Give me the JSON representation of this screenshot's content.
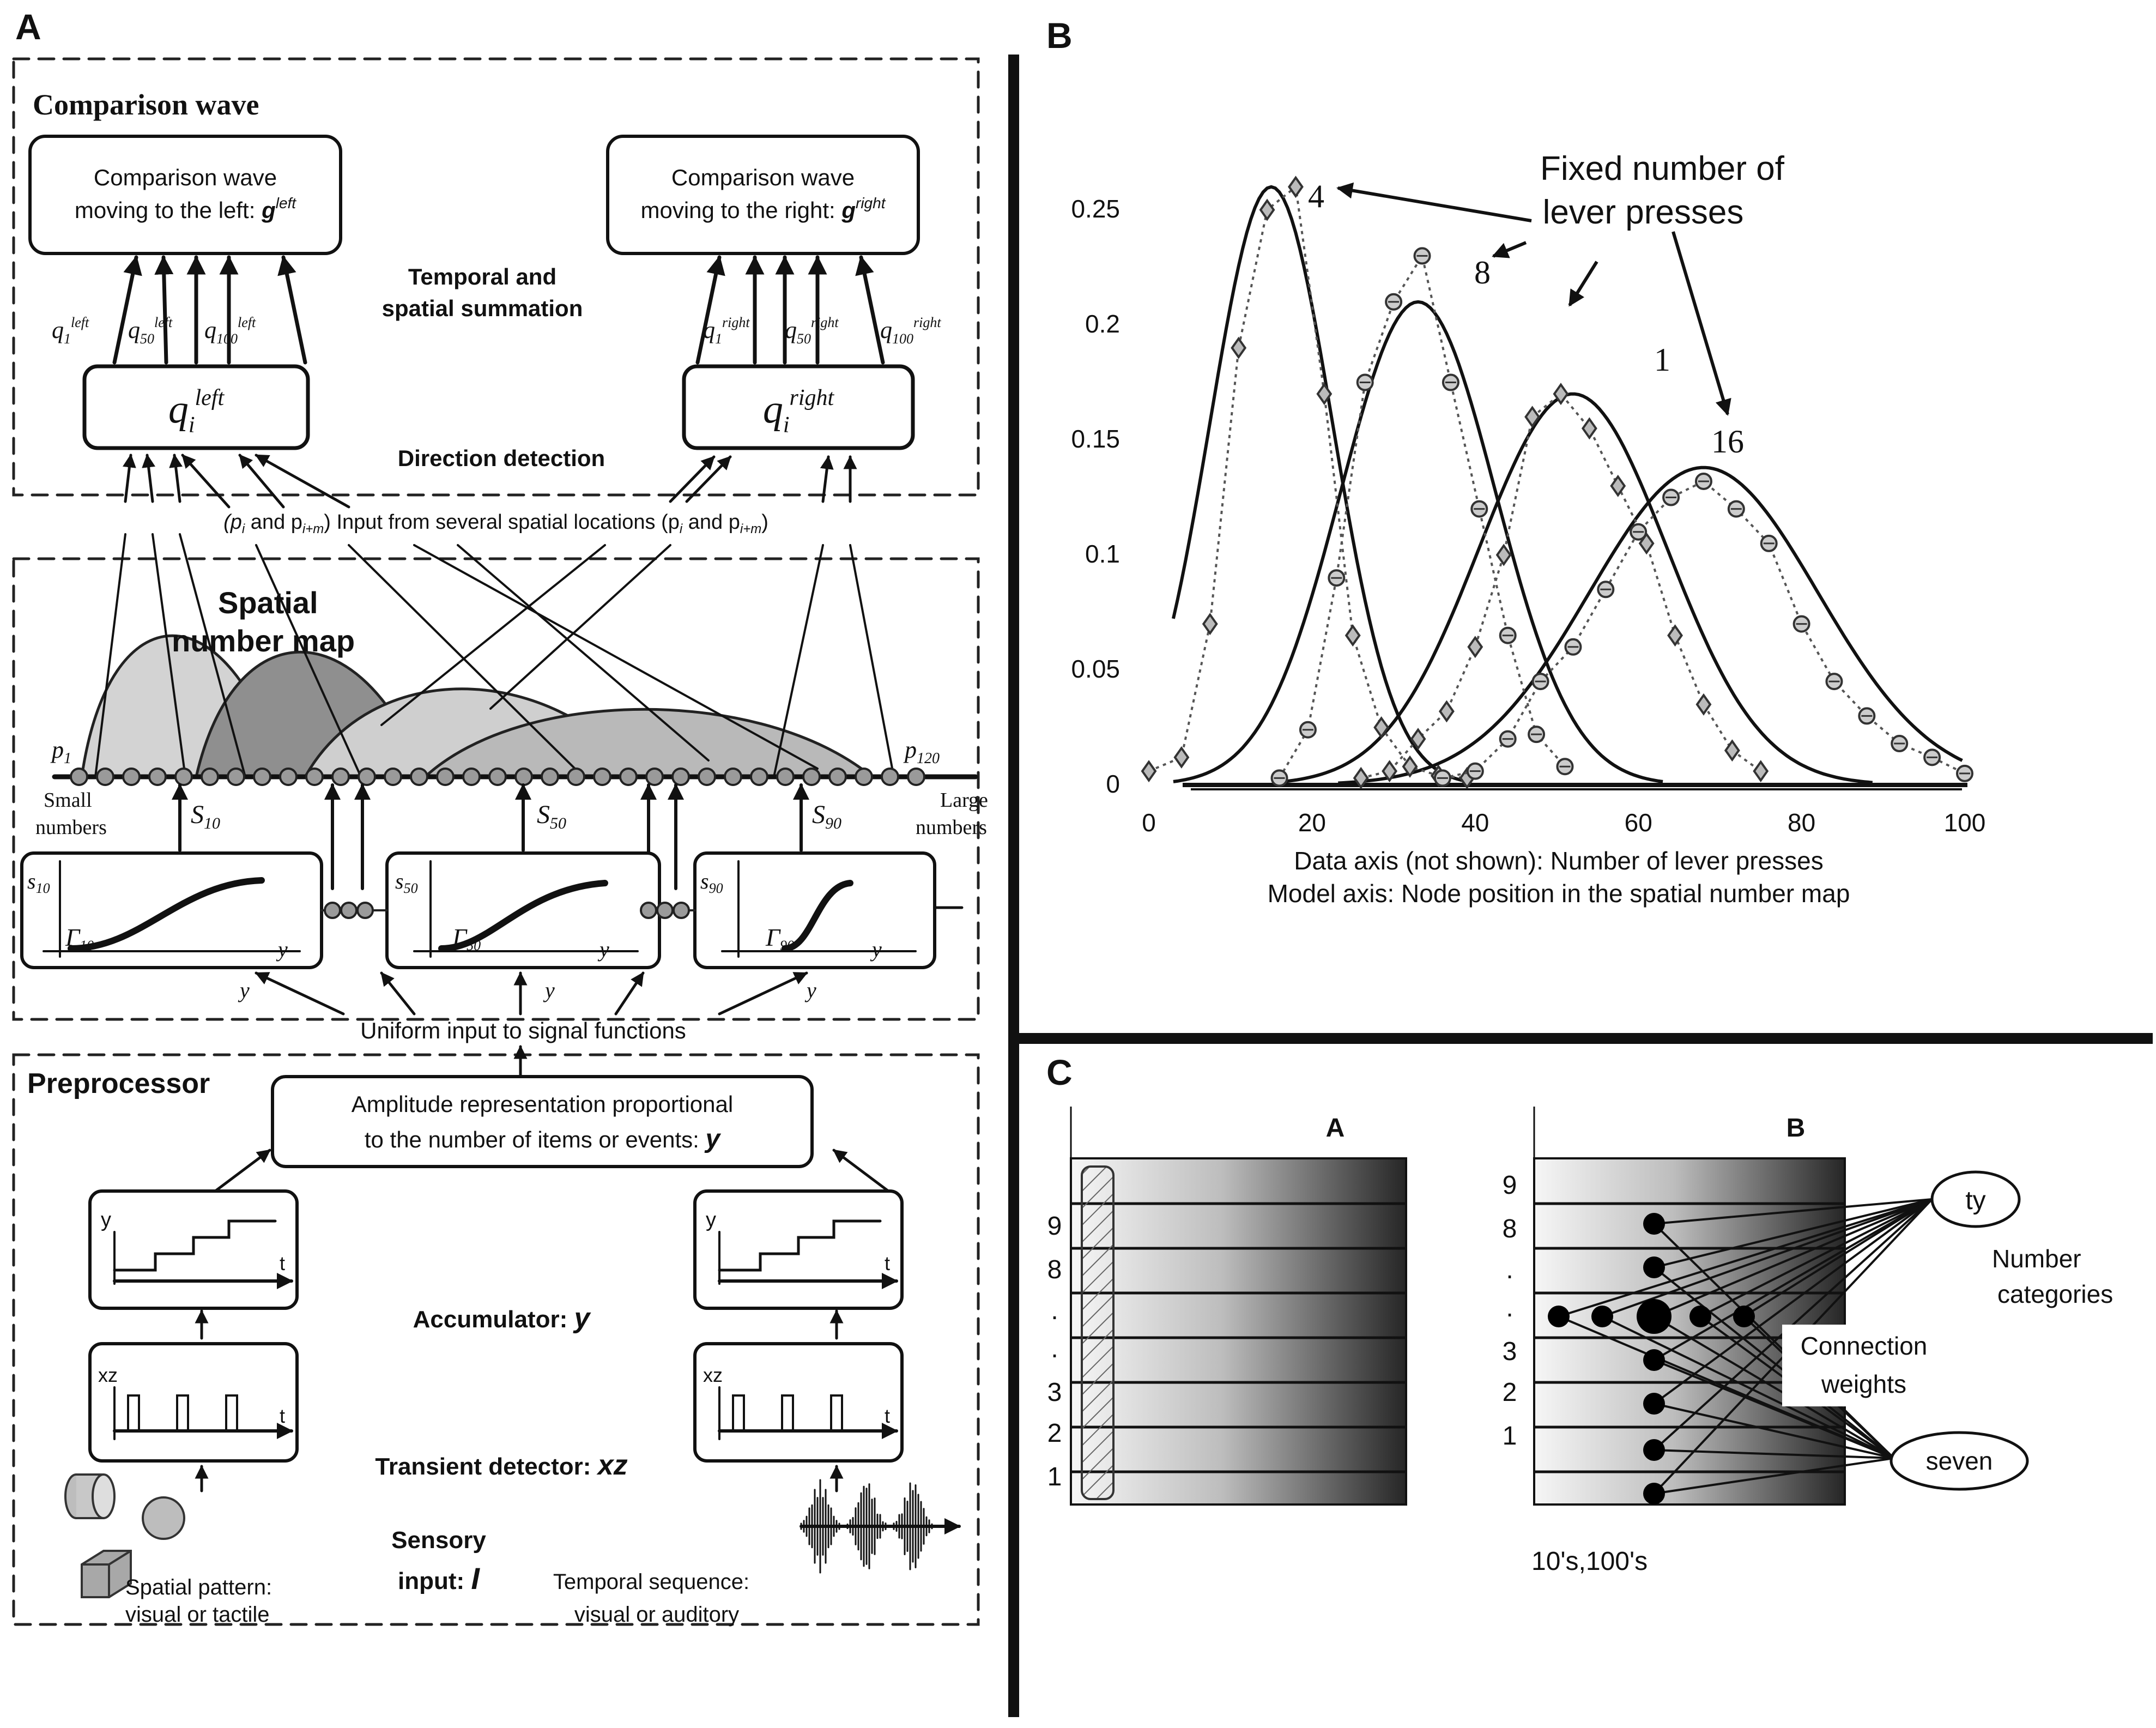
{
  "panel_labels": {
    "a": "A",
    "b": "B",
    "c": "C"
  },
  "a": {
    "comparison_wave": {
      "section_title": "Comparison wave",
      "left_box": {
        "line1": "Comparison wave",
        "line2": "moving to the left: ",
        "sym": "g",
        "sup": "left"
      },
      "right_box": {
        "line1": "Comparison wave",
        "line2": "moving to the right: ",
        "sym": "g",
        "sup": "right"
      },
      "summation_1": "Temporal and",
      "summation_2": "spatial summation",
      "q_left": {
        "sym": "q",
        "sub": "i",
        "sup": "left"
      },
      "q_right": {
        "sym": "q",
        "sub": "i",
        "sup": "right"
      },
      "left_terms": [
        {
          "sym": "q",
          "sub": "1",
          "sup": "left"
        },
        {
          "sym": "q",
          "sub": "50",
          "sup": "left"
        },
        {
          "sym": "q",
          "sub": "100",
          "sup": "left"
        }
      ],
      "right_terms": [
        {
          "sym": "q",
          "sub": "1",
          "sup": "right"
        },
        {
          "sym": "q",
          "sub": "50",
          "sup": "right"
        },
        {
          "sym": "q",
          "sub": "100",
          "sup": "right"
        }
      ],
      "direction": "Direction detection",
      "input_left": "(p",
      "input_mid": " and p",
      "input_text": ") Input from several spatial locations (p",
      "input_end": ")",
      "input_sub1": "i",
      "input_sub2": "i+m"
    },
    "spatial_map": {
      "title_1": "Spatial",
      "title_2": "number map",
      "p1": "p",
      "p1_sub": "1",
      "p120": "p",
      "p120_sub": "120",
      "small": "Small",
      "small2": "numbers",
      "large": "Large",
      "large2": "numbers",
      "s10": {
        "sym": "S",
        "sub": "10"
      },
      "s50": {
        "sym": "S",
        "sub": "50"
      },
      "s90": {
        "sym": "S",
        "sub": "90"
      },
      "fn_boxes": [
        {
          "s": "s",
          "s_sub": "10",
          "g": "Γ",
          "g_sub": "10",
          "x": "y"
        },
        {
          "s": "s",
          "s_sub": "50",
          "g": "Γ",
          "g_sub": "50",
          "x": "y"
        },
        {
          "s": "s",
          "s_sub": "90",
          "g": "Γ",
          "g_sub": "90",
          "x": "y"
        }
      ],
      "y_label": "y",
      "uniform": "Uniform input to  signal functions"
    },
    "preprocessor": {
      "title": "Preprocessor",
      "amp_1": "Amplitude representation proportional",
      "amp_2": "to the number of items or events: ",
      "amp_sym": "y",
      "acc_y": "y",
      "acc_t": "t",
      "tr_xz": "xz",
      "tr_t": "t",
      "accumulator": "Accumulator: ",
      "accumulator_sym": "y",
      "transient": "Transient detector: ",
      "transient_sym": "xz",
      "sensory_1": "Sensory",
      "sensory_2": "input: ",
      "sensory_sym": "I",
      "spatial_1": "Spatial pattern:",
      "spatial_2": "visual or tactile",
      "temporal_1": "Temporal sequence:",
      "temporal_2": "visual or auditory"
    }
  },
  "chart_data": {
    "type": "line",
    "title": "",
    "xlabel": "Data axis (not shown): Number of lever presses",
    "xlabel2": "Model axis: Node position in the spatial number map",
    "ylabel": "",
    "xlim": [
      0,
      100
    ],
    "ylim": [
      0,
      0.27
    ],
    "x_ticks": [
      "0",
      "20",
      "40",
      "60",
      "80",
      "100"
    ],
    "y_ticks": [
      "0",
      "0.05",
      "0.1",
      "0.15",
      "0.2",
      "0.25"
    ],
    "annotation": "Fixed number of",
    "annotation2": "lever presses",
    "series": [
      {
        "name": "4",
        "kind": "model",
        "mean": 15,
        "sd": 7.5,
        "peak": 0.26
      },
      {
        "name": "8",
        "kind": "model",
        "mean": 33,
        "sd": 9.5,
        "peak": 0.21
      },
      {
        "name": "1",
        "kind": "model",
        "mean": 52,
        "sd": 11.5,
        "peak": 0.17
      },
      {
        "name": "16",
        "kind": "model",
        "mean": 68,
        "sd": 14,
        "peak": 0.138
      },
      {
        "name": "4",
        "kind": "data",
        "marker": "diamond",
        "x": [
          0,
          4,
          7.5,
          11,
          14.5,
          18,
          21.5,
          25,
          28.5,
          32,
          35.5,
          39
        ],
        "y": [
          0.006,
          0.012,
          0.07,
          0.19,
          0.25,
          0.26,
          0.17,
          0.065,
          0.025,
          0.008,
          0.004,
          0.003
        ]
      },
      {
        "name": "8",
        "kind": "data",
        "marker": "circle",
        "x": [
          16,
          19.5,
          23,
          26.5,
          30,
          33.5,
          37,
          40.5,
          44,
          47.5,
          51
        ],
        "y": [
          0.003,
          0.024,
          0.09,
          0.175,
          0.21,
          0.23,
          0.175,
          0.12,
          0.065,
          0.022,
          0.008
        ]
      },
      {
        "name": "1",
        "kind": "data",
        "marker": "diamond",
        "x": [
          26,
          29.5,
          33,
          36.5,
          40,
          43.5,
          47,
          50.5,
          54,
          57.5,
          61,
          64.5,
          68,
          71.5,
          75
        ],
        "y": [
          0.003,
          0.006,
          0.02,
          0.032,
          0.06,
          0.1,
          0.16,
          0.17,
          0.155,
          0.13,
          0.105,
          0.065,
          0.035,
          0.015,
          0.006
        ]
      },
      {
        "name": "16",
        "kind": "data",
        "marker": "circle",
        "x": [
          36,
          40,
          44,
          48,
          52,
          56,
          60,
          64,
          68,
          72,
          76,
          80,
          84,
          88,
          92,
          96,
          100
        ],
        "y": [
          0.003,
          0.006,
          0.02,
          0.045,
          0.06,
          0.085,
          0.11,
          0.125,
          0.132,
          0.12,
          0.105,
          0.07,
          0.045,
          0.03,
          0.018,
          0.012,
          0.005
        ]
      }
    ]
  },
  "c": {
    "sub_a": "A",
    "sub_b": "B",
    "digits_a": [
      "9",
      "8",
      ".",
      ".",
      "3",
      "2",
      "1"
    ],
    "digits_b": [
      "9",
      "8",
      ".",
      ".",
      "3",
      "2",
      "1"
    ],
    "ty": "ty",
    "seven": "seven",
    "number_categories_1": "Number",
    "number_categories_2": "categories",
    "connection_1": "Connection",
    "connection_2": "weights",
    "bottom": "10's,100's"
  }
}
